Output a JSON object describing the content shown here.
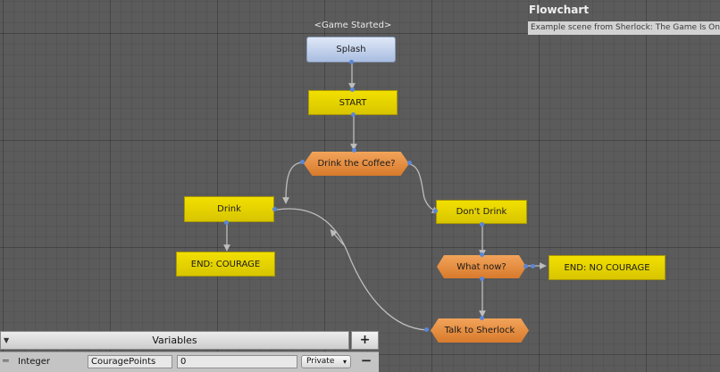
{
  "window": {
    "title": "Flowchart",
    "description": "Example scene from Sherlock: The Game Is On"
  },
  "event_label": "<Game Started>",
  "nodes": {
    "splash": "Splash",
    "start": "START",
    "drink_coffee": "Drink the Coffee?",
    "drink": "Drink",
    "dont_drink": "Don't Drink",
    "end_courage": "END: COURAGE",
    "what_now": "What now?",
    "end_no_courage": "END: NO COURAGE",
    "talk_sherlock": "Talk to Sherlock"
  },
  "colors": {
    "command_block": "#e6d400",
    "decision_block": "#e08a3a",
    "event_block": "#c4d3ee",
    "connection": "#bdbdbd",
    "anchor": "#5b86d6",
    "grid": "#5b5b5b"
  },
  "variables_panel": {
    "header": "Variables",
    "add_label": "+",
    "remove_label": "−",
    "rows": [
      {
        "type": "Integer",
        "key": "CouragePoints",
        "value": "0",
        "scope": "Private"
      }
    ]
  }
}
